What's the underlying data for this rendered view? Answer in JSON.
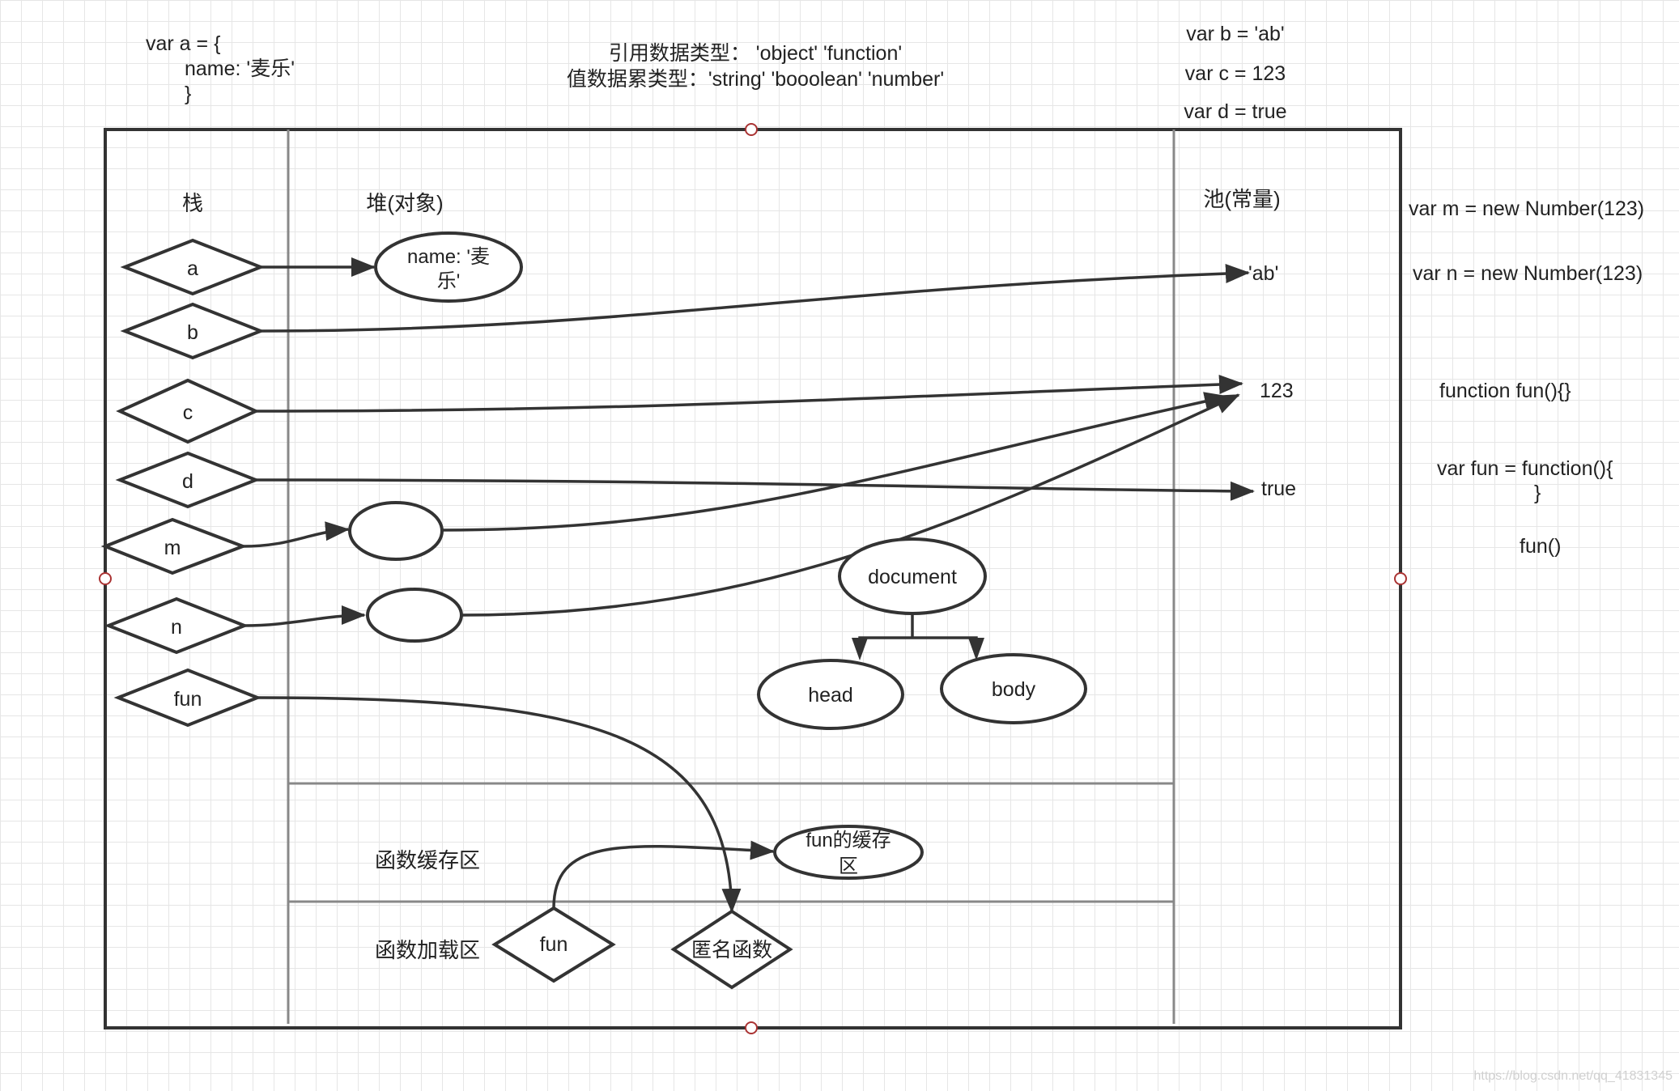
{
  "code_notes": {
    "obj_line1": "var a = {",
    "obj_line2": "name: '麦乐'",
    "obj_line3": "}",
    "types_line1": "引用数据类型：  'object'    'function'",
    "types_line2": "值数据累类型：'string'  'booolean'  'number'",
    "var_b": "var b = 'ab'",
    "var_c": "var c = 123",
    "var_d": "var d = true",
    "var_m": "var m = new Number(123)",
    "var_n": "var n = new Number(123)",
    "fn_decl": "function fun(){}",
    "fn_expr_line1": "var fun = function(){",
    "fn_expr_line2": "}",
    "fn_call": "fun()"
  },
  "regions": {
    "stack": "栈",
    "heap": "堆(对象)",
    "pool": "池(常量)",
    "fn_cache": "函数缓存区",
    "fn_load": "函数加载区"
  },
  "stack_vars": {
    "a": "a",
    "b": "b",
    "c": "c",
    "d": "d",
    "m": "m",
    "n": "n",
    "fun": "fun"
  },
  "heap_objects": {
    "obj_a_line1": "name: '麦",
    "obj_a_line2": "乐'",
    "document": "document",
    "head": "head",
    "body": "body"
  },
  "pool_values": {
    "ab": "'ab'",
    "num": "123",
    "bool": "true"
  },
  "function_area": {
    "cache_line1": "fun的缓存",
    "cache_line2": "区",
    "loaded_fun": "fun",
    "anonymous": "匿名函数"
  },
  "watermark": "https://blog.csdn.net/qq_41831345"
}
